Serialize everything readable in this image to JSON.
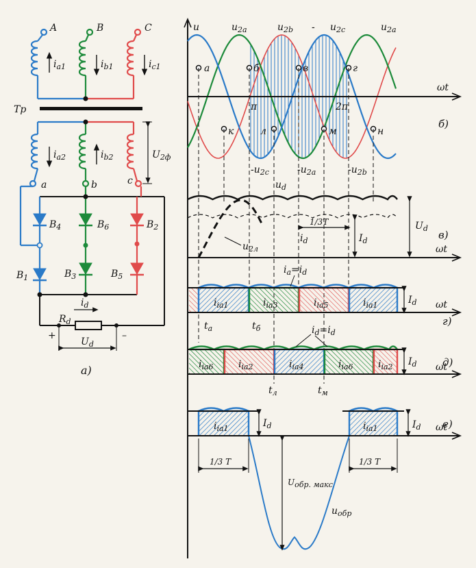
{
  "circuit": {
    "phase_a": "A",
    "phase_b": "B",
    "phase_c": "C",
    "i_a1": "i",
    "i_a1_sub": "a1",
    "i_b1": "i",
    "i_b1_sub": "b1",
    "i_c1": "i",
    "i_c1_sub": "c1",
    "transformer": "Tp",
    "i_a2": "i",
    "i_a2_sub": "a2",
    "i_b2": "i",
    "i_b2_sub": "b2",
    "u2f": "U",
    "u2f_sub": "2ф",
    "node_a": "a",
    "node_b": "b",
    "node_c": "c",
    "d_b4": "B",
    "d_b4_sub": "4",
    "d_b6": "B",
    "d_b6_sub": "6",
    "d_b2": "B",
    "d_b2_sub": "2",
    "d_b1": "B",
    "d_b1_sub": "1",
    "d_b3": "B",
    "d_b3_sub": "3",
    "d_b5": "B",
    "d_b5_sub": "5",
    "id": "i",
    "id_sub": "d",
    "rd": "R",
    "rd_sub": "d",
    "ud": "U",
    "ud_sub": "d",
    "plus": "+",
    "minus": "–",
    "caption": "а)"
  },
  "waveforms": {
    "axis_u": "u",
    "u2a": "u",
    "u2a_sub": "2a",
    "u2b": "u",
    "u2b_sub": "2b",
    "dash": "-",
    "u2c": "u",
    "u2c_sub": "2c",
    "u2a_right": "u",
    "u2a_right_sub": "2a",
    "wt": "ωt",
    "pi": "π",
    "two_pi": "2π",
    "pt_a": "а",
    "pt_b": "б",
    "pt_v": "в",
    "pt_g": "г",
    "pt_k": "к",
    "pt_l": "л",
    "pt_m": "м",
    "pt_n": "н",
    "neg_u2c": "-u",
    "neg_u2c_sub": "2c",
    "neg_u2a": "-u",
    "neg_u2a_sub": "2a",
    "neg_u2b": "-u",
    "neg_u2b_sub": "2b",
    "panel_b": "б)",
    "ud_label": "u",
    "ud_label_sub": "d",
    "Ud": "U",
    "Ud_sub": "d",
    "u2l": "u",
    "u2l_sub": "2л",
    "id_label": "i",
    "id_label_sub": "d",
    "one_third_T": "1/3T",
    "Id": "I",
    "Id_sub": "d",
    "panel_v": "в)",
    "ia_eq_id": "i",
    "ia_eq_id_mid": "a",
    "ia_eq_id_rest": "=i",
    "ia_eq_id_sub": "d",
    "g_labels": [
      "ia1",
      "ia3",
      "ia5",
      "ia1"
    ],
    "g_ta": "t",
    "g_ta_sub": "а",
    "g_tb": "t",
    "g_tb_sub": "б",
    "panel_g": "г)",
    "id_eq_id": "i",
    "id_eq_id_mid": "d",
    "id_eq_id_rest": "=i",
    "id_eq_id_sub": "d",
    "d_labels": [
      "ia6",
      "ia2",
      "ia4",
      "ia6",
      "ia2"
    ],
    "d_tl": "t",
    "d_tl_sub": "л",
    "d_tm": "t",
    "d_tm_sub": "м",
    "panel_d": "д)",
    "e_label_1": "ia1",
    "e_label_2": "ia1",
    "e_third_1": "1/3 T",
    "e_third_2": "1/3 T",
    "u_obr_max": "U",
    "u_obr_max_sub": "обр. макс",
    "u_obr": "u",
    "u_obr_sub": "обр",
    "panel_e": "е)"
  },
  "colors": {
    "phase_a": "#2a7ac8",
    "phase_b": "#1c8a3a",
    "phase_c": "#e04a4a",
    "black": "#111111",
    "hatch_blue": "#4aa6d6"
  }
}
